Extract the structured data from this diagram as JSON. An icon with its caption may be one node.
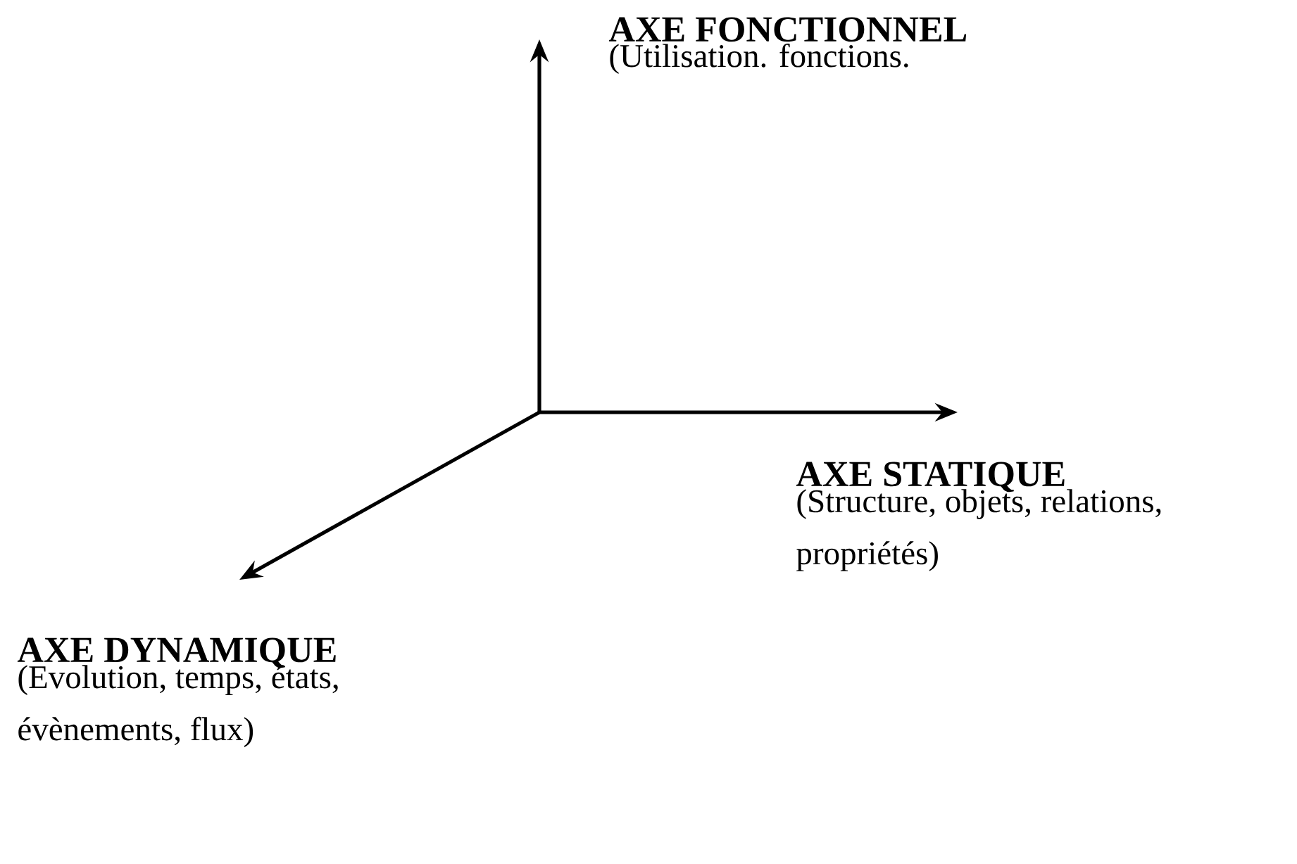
{
  "diagram": {
    "nodes": [
      {
        "text": [
          "AXE FONCTIONNEL",
          "(Utilisation. fonctions."
        ]
      },
      {
        "text": [
          "AXE STATIQUE",
          "(Structure, objets, relations, propriétés)"
        ]
      },
      {
        "text": [
          "AXE DYNAMIQUE",
          "(Evolution, temps, états, évènements, flux)"
        ]
      }
    ]
  }
}
